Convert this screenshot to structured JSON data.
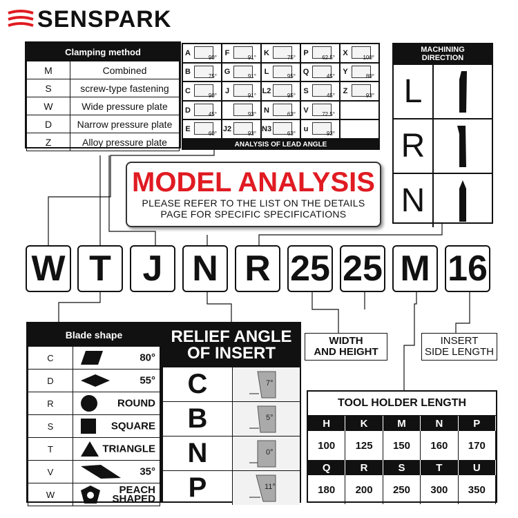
{
  "brand": {
    "name": "SENSPARK",
    "accent": "#e01b22"
  },
  "clamping": {
    "title": "Clamping method",
    "rows": [
      {
        "code": "M",
        "desc": "Combined"
      },
      {
        "code": "S",
        "desc": "screw-type fastening"
      },
      {
        "code": "W",
        "desc": "Wide pressure plate"
      },
      {
        "code": "D",
        "desc": "Narrow pressure plate"
      },
      {
        "code": "Z",
        "desc": "Alloy pressure plate"
      }
    ]
  },
  "lead_angle": {
    "title": "ANALYSIS OF LEAD ANGLE",
    "cells": [
      {
        "code": "A",
        "angle": "90°"
      },
      {
        "code": "F",
        "angle": "91°"
      },
      {
        "code": "K",
        "angle": "75°"
      },
      {
        "code": "P",
        "angle": "62.5°"
      },
      {
        "code": "X",
        "angle": "100°"
      },
      {
        "code": "B",
        "angle": "75°"
      },
      {
        "code": "G",
        "angle": "91°"
      },
      {
        "code": "L",
        "angle": "95°"
      },
      {
        "code": "Q",
        "angle": "45°"
      },
      {
        "code": "Y",
        "angle": "80°"
      },
      {
        "code": "C",
        "angle": "90°"
      },
      {
        "code": "J",
        "angle": "91°"
      },
      {
        "code": "L2",
        "angle": "95°"
      },
      {
        "code": "S",
        "angle": "45°"
      },
      {
        "code": "Z",
        "angle": "93°"
      },
      {
        "code": "D",
        "angle": "45°"
      },
      {
        "code": "",
        "angle": "93°"
      },
      {
        "code": "N",
        "angle": "63°"
      },
      {
        "code": "V",
        "angle": "72.5°"
      },
      {
        "code": "",
        "angle": ""
      },
      {
        "code": "E",
        "angle": "60°"
      },
      {
        "code": "J2",
        "angle": "93°"
      },
      {
        "code": "N3",
        "angle": "63°"
      },
      {
        "code": "u",
        "angle": "93°"
      },
      {
        "code": "",
        "angle": ""
      }
    ]
  },
  "machining": {
    "title_line1": "MACHINING",
    "title_line2": "DIRECTION",
    "rows": [
      {
        "letter": "L"
      },
      {
        "letter": "R"
      },
      {
        "letter": "N"
      }
    ]
  },
  "banner": {
    "title": "MODEL ANALYSIS",
    "line1": "PLEASE REFER TO THE LIST ON THE DETAILS",
    "line2": "PAGE FOR SPECIFIC SPECIFICATIONS"
  },
  "model": [
    "W",
    "T",
    "J",
    "N",
    "R",
    "25",
    "25",
    "M",
    "16"
  ],
  "blade": {
    "title": "Blade shape",
    "rows": [
      {
        "code": "C",
        "label": "80°",
        "label2": ""
      },
      {
        "code": "D",
        "label": "55°",
        "label2": ""
      },
      {
        "code": "R",
        "label": "ROUND",
        "label2": ""
      },
      {
        "code": "S",
        "label": "SQUARE",
        "label2": ""
      },
      {
        "code": "T",
        "label": "TRIANGLE",
        "label2": ""
      },
      {
        "code": "V",
        "label": "35°",
        "label2": ""
      },
      {
        "code": "W",
        "label": "PEACH",
        "label2": "SHAPED"
      }
    ]
  },
  "relief": {
    "title_line1": "RELIEF ANGLE",
    "title_line2": "OF INSERT",
    "rows": [
      {
        "letter": "C",
        "angle": "7°"
      },
      {
        "letter": "B",
        "angle": "5°"
      },
      {
        "letter": "N",
        "angle": "0°"
      },
      {
        "letter": "P",
        "angle": "11°"
      }
    ]
  },
  "width_height": {
    "line1": "WIDTH",
    "line2": "AND HEIGHT"
  },
  "insert_side": {
    "line1": "INSERT",
    "line2": "SIDE LENGTH"
  },
  "holder": {
    "title": "TOOL HOLDER LENGTH",
    "codes1": [
      "H",
      "K",
      "M",
      "N",
      "P"
    ],
    "vals1": [
      "100",
      "125",
      "150",
      "160",
      "170"
    ],
    "codes2": [
      "Q",
      "R",
      "S",
      "T",
      "U"
    ],
    "vals2": [
      "180",
      "200",
      "250",
      "300",
      "350"
    ]
  }
}
